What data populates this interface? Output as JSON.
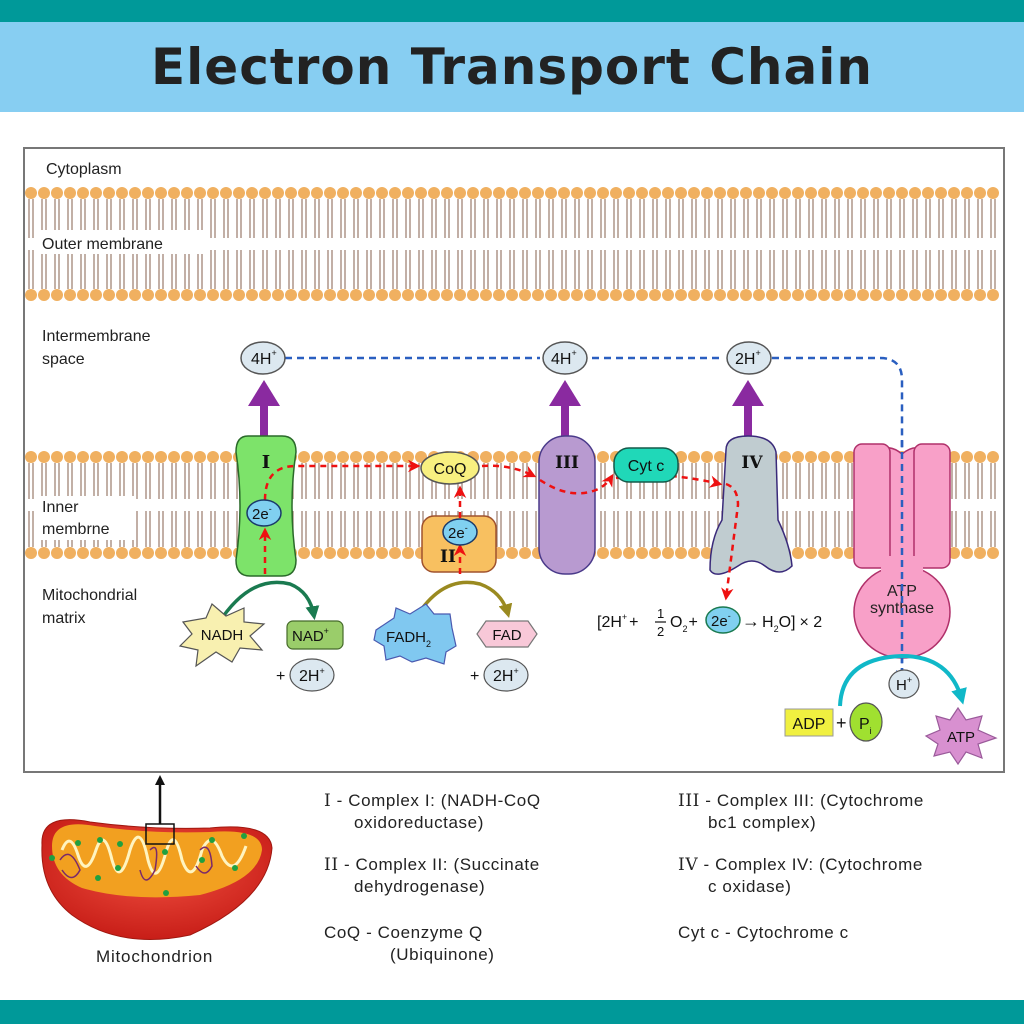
{
  "header": {
    "title": "Electron Transport Chain"
  },
  "colors": {
    "top_bar": "#009999",
    "title_bar": "#87cef2",
    "lipid_head": "#f0b060",
    "lipid_tail": "#9a7a6a",
    "complex_I": "#7de36a",
    "complex_II": "#f8c060",
    "complex_III": "#b89ad0",
    "complex_IV": "#c0ccd0",
    "atp_synthase": "#f8a0c8",
    "cyt_c": "#20d8b8",
    "coq": "#f8f080",
    "electron": "#80d0f0",
    "proton": "#dce8f0",
    "proton_arrow": "#8a2aa0",
    "electron_path": "#ee1111",
    "proton_path": "#2a5fc0"
  },
  "regions": {
    "cytoplasm": "Cytoplasm",
    "outer_membrane": "Outer membrane",
    "intermembrane_line1": "Intermembrane",
    "intermembrane_line2": "space",
    "inner_membrane_line1": "Inner",
    "inner_membrane_line2": "membrne",
    "matrix_line1": "Mitochondrial",
    "matrix_line2": "matrix"
  },
  "complexes": {
    "I": "I",
    "II": "II",
    "III": "III",
    "IV": "IV",
    "atp_synthase_line1": "ATP",
    "atp_synthase_line2": "synthase"
  },
  "carriers": {
    "coq": "CoQ",
    "cyt_c": "Cyt c",
    "electrons_I": {
      "base": "2e",
      "sup": "-"
    },
    "electrons_II": {
      "base": "2e",
      "sup": "-"
    }
  },
  "protons_pumped": [
    {
      "base": "4H",
      "sup": "+"
    },
    {
      "base": "4H",
      "sup": "+"
    },
    {
      "base": "2H",
      "sup": "+"
    }
  ],
  "substrates": {
    "nadh": "NADH",
    "nad_plus": {
      "base": "NAD",
      "sup": "+"
    },
    "nadh_protons": {
      "plus": "+",
      "base": "2H",
      "sup": "+"
    },
    "fadh2": {
      "base": "FADH",
      "sub": "2"
    },
    "fad": "FAD",
    "fadh2_protons": {
      "plus": "+",
      "base": "2H",
      "sup": "+"
    }
  },
  "water_reaction": {
    "open": "[2H",
    "sup_plus": "+",
    "plus1": "+",
    "frac_num": "1",
    "frac_den": "2",
    "o2": "O",
    "o2_sub": "2",
    "plus2": "+",
    "electrons": "2e",
    "electrons_sup": "-",
    "arrow": "→",
    "h2o_h": "H",
    "h2o_sub": "2",
    "h2o_o": "O]",
    "times": "× 2"
  },
  "atp_reaction": {
    "proton": {
      "base": "H",
      "sup": "+"
    },
    "adp": "ADP",
    "plus": "+",
    "pi": {
      "base": "P",
      "sub": "i"
    },
    "atp": "ATP"
  },
  "legend": {
    "left": [
      {
        "key": "I",
        "line1": " - Complex I: (NADH-CoQ",
        "line2": "oxidoreductase)"
      },
      {
        "key": "II",
        "line1": " - Complex II: (Succinate",
        "line2": "dehydrogenase)"
      },
      {
        "key": "CoQ",
        "line1": " - Coenzyme Q",
        "line2": "(Ubiquinone)"
      }
    ],
    "right": [
      {
        "key": "III",
        "line1": " - Complex III: (Cytochrome",
        "line2": "bc1 complex)"
      },
      {
        "key": "IV",
        "line1": " - Complex IV: (Cytochrome",
        "line2": "c oxidase)"
      },
      {
        "key": "Cyt c",
        "line1": " - Cytochrome c",
        "line2": ""
      }
    ]
  },
  "mitochondrion_label": "Mitochondrion"
}
